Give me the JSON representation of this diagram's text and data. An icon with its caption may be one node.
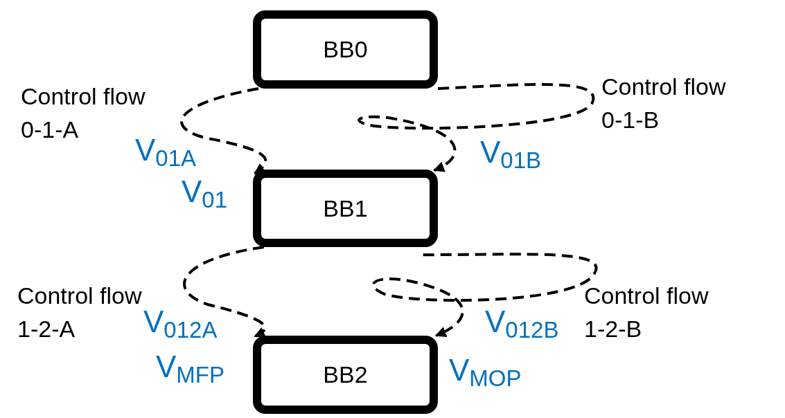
{
  "diagram": {
    "nodes": [
      {
        "text": [
          "BB0"
        ]
      },
      {
        "text": [
          "BB1"
        ]
      },
      {
        "text": [
          "BB2"
        ]
      }
    ],
    "edges": [
      {
        "from": 0,
        "to": 1,
        "arrow": "to",
        "style": "dashed",
        "label": "Control flow 0-1-A"
      },
      {
        "from": 0,
        "to": 1,
        "arrow": "to",
        "style": "dashed",
        "label": "Control flow 0-1-B"
      },
      {
        "from": 1,
        "to": 2,
        "arrow": "to",
        "style": "dashed",
        "label": "Control flow 1-2-A"
      },
      {
        "from": 1,
        "to": 2,
        "arrow": "to",
        "style": "dashed",
        "label": "Control flow 1-2-B"
      }
    ],
    "labels": [
      "V$_{01A}$",
      "V$_{01B}$",
      "V$_{01}$",
      "V$_{012A}$",
      "V$_{012B}$",
      "V$_{MFP}$",
      "V$_{MOP}$"
    ]
  }
}
